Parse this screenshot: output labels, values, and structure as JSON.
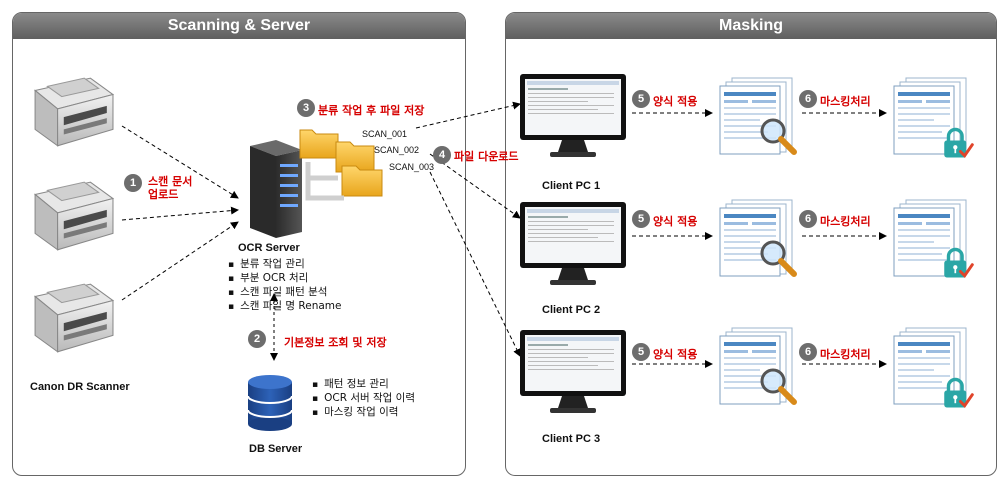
{
  "panels": {
    "left_title": "Scanning  &  Server",
    "right_title": "Masking"
  },
  "scanner_label": "Canon DR Scanner",
  "ocr_server": {
    "label": "OCR Server",
    "tasks": [
      "분류 작업 관리",
      "부분 OCR 처리",
      "스캔 파일 패턴 분석",
      "스캔 파일 명 Rename"
    ]
  },
  "db_server": {
    "label": "DB Server",
    "tasks": [
      "패턴 정보 관리",
      "OCR 서버 작업 이력",
      "마스킹 작업 이력"
    ]
  },
  "steps": {
    "s1": {
      "num": "1",
      "line1": "스캔 문서",
      "line2": "업로드"
    },
    "s2": {
      "num": "2",
      "text": "기본정보 조회 및 저장"
    },
    "s3": {
      "num": "3",
      "text": "분류  작업 후 파일 저장"
    },
    "s4": {
      "num": "4",
      "text": "파일 다운로드"
    },
    "s5": {
      "num": "5",
      "text": "양식 적용"
    },
    "s6": {
      "num": "6",
      "text": "마스킹처리"
    }
  },
  "scan_files": [
    "SCAN_001",
    "SCAN_002",
    "SCAN_003"
  ],
  "clients": [
    "Client PC 1",
    "Client PC 2",
    "Client PC 3"
  ],
  "colors": {
    "step_text": "#d60000",
    "badge": "#6d6d6d",
    "panel_header": "#6f6f6f",
    "db_blue": "#1f4e9c",
    "lock_teal": "#2aa6a6"
  }
}
